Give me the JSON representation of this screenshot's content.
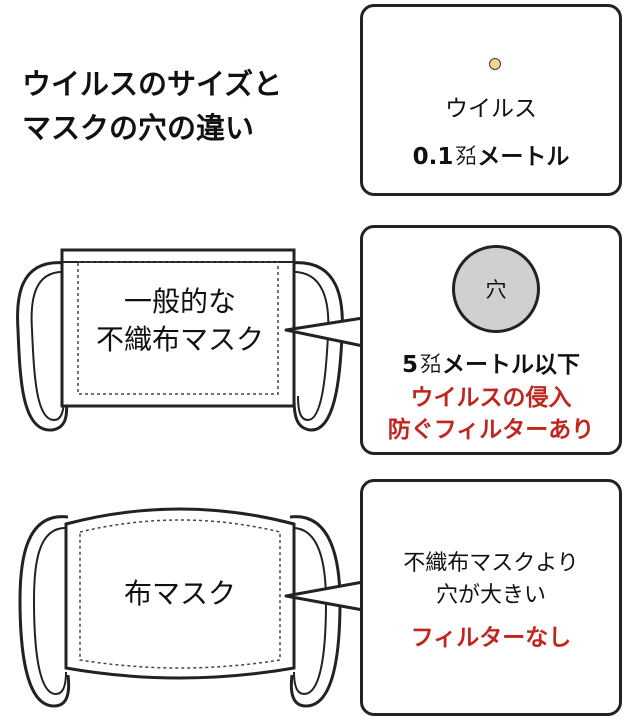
{
  "title": {
    "line1": "ウイルスのサイズと",
    "line2": "マスクの穴の違い"
  },
  "virus_box": {
    "label": "ウイルス",
    "size_value": "0.1",
    "size_micro_top": "マイ",
    "size_micro_bottom": "クロ",
    "size_unit": "メートル"
  },
  "nonwoven_mask": {
    "label_line1": "一般的な",
    "label_line2": "不織布マスク"
  },
  "nonwoven_box": {
    "hole_label": "穴",
    "size_value": "5",
    "size_micro_top": "マイ",
    "size_micro_bottom": "クロ",
    "size_unit": "メートル以下",
    "note_line1": "ウイルスの侵入",
    "note_line2": "防ぐフィルターあり"
  },
  "cloth_mask": {
    "label": "布マスク"
  },
  "cloth_box": {
    "line1": "不織布マスクより",
    "line2": "穴が大きい",
    "note": "フィルターなし"
  },
  "colors": {
    "accent_red": "#c0261e",
    "virus_dot": "#f2d58a",
    "hole_fill": "#d0d0d0"
  }
}
